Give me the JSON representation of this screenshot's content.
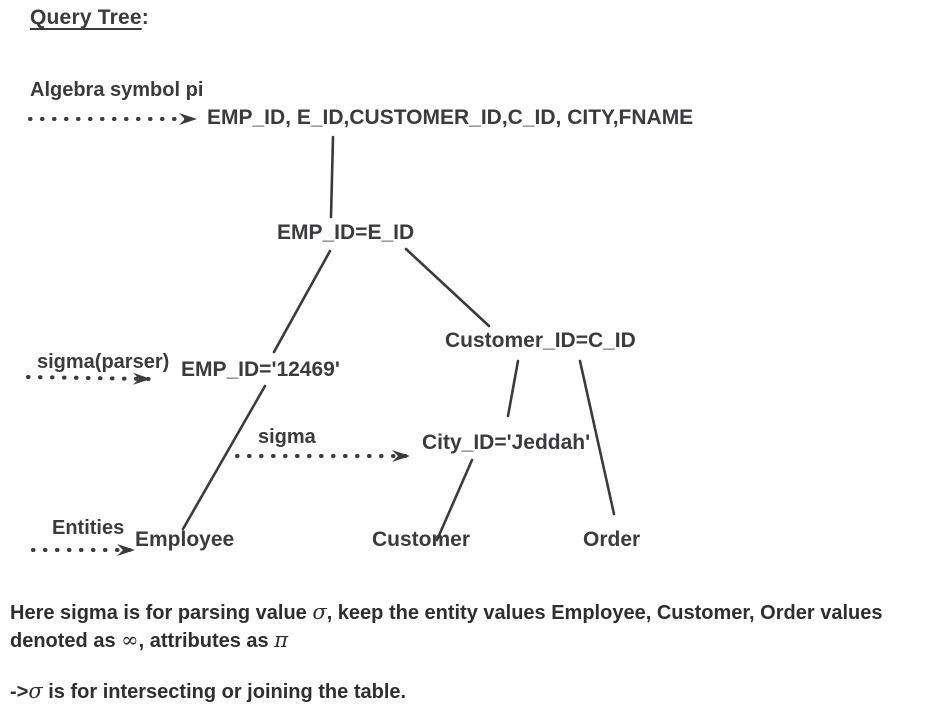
{
  "title": {
    "text": "Query Tree",
    "colon": ":"
  },
  "colors": {
    "ink": "#3b3b3d",
    "background": "#ffffff"
  },
  "tree": {
    "annotations": {
      "pi": "Algebra symbol pi",
      "sigma_parser": "sigma(parser)",
      "sigma": "sigma",
      "entities": "Entities"
    },
    "nodes": {
      "projection": "EMP_ID, E_ID,CUSTOMER_ID,C_ID, CITY,FNAME",
      "join_emp": "EMP_ID=E_ID",
      "select_emp": "EMP_ID='12469'",
      "join_customer": "Customer_ID=C_ID",
      "select_city": "City_ID='Jeddah'",
      "employee": "Employee",
      "customer": "Customer",
      "order": "Order"
    }
  },
  "notes": {
    "line1": [
      {
        "t": "Here sigma is for parsing value "
      },
      {
        "t": "σ",
        "math": true
      },
      {
        "t": ", keep the entity values Employee, Customer, Order values"
      }
    ],
    "line2": [
      {
        "t": "denoted as "
      },
      {
        "t": "∞",
        "math": true
      },
      {
        "t": ", attributes as "
      },
      {
        "t": "π",
        "math": true
      }
    ],
    "line3": [
      {
        "t": "->"
      },
      {
        "t": "σ",
        "math": true
      },
      {
        "t": " is for intersecting or joining the table."
      }
    ]
  }
}
